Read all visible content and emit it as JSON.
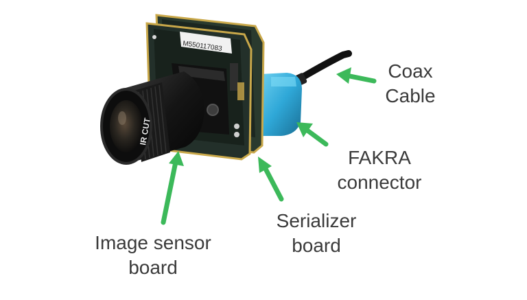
{
  "camera_board_marking": "M550117083",
  "lens_marking": "IR CUT",
  "colors": {
    "arrow": "#3cb95a",
    "label_text": "#3a3a3a",
    "connector": "#2fa8d8",
    "pcb": "#1e2a22"
  },
  "labels": {
    "coax": [
      "Coax",
      "Cable"
    ],
    "fakra": [
      "FAKRA",
      "connector"
    ],
    "serializer": [
      "Serializer",
      "board"
    ],
    "image_sensor": [
      "Image sensor",
      "board"
    ]
  }
}
